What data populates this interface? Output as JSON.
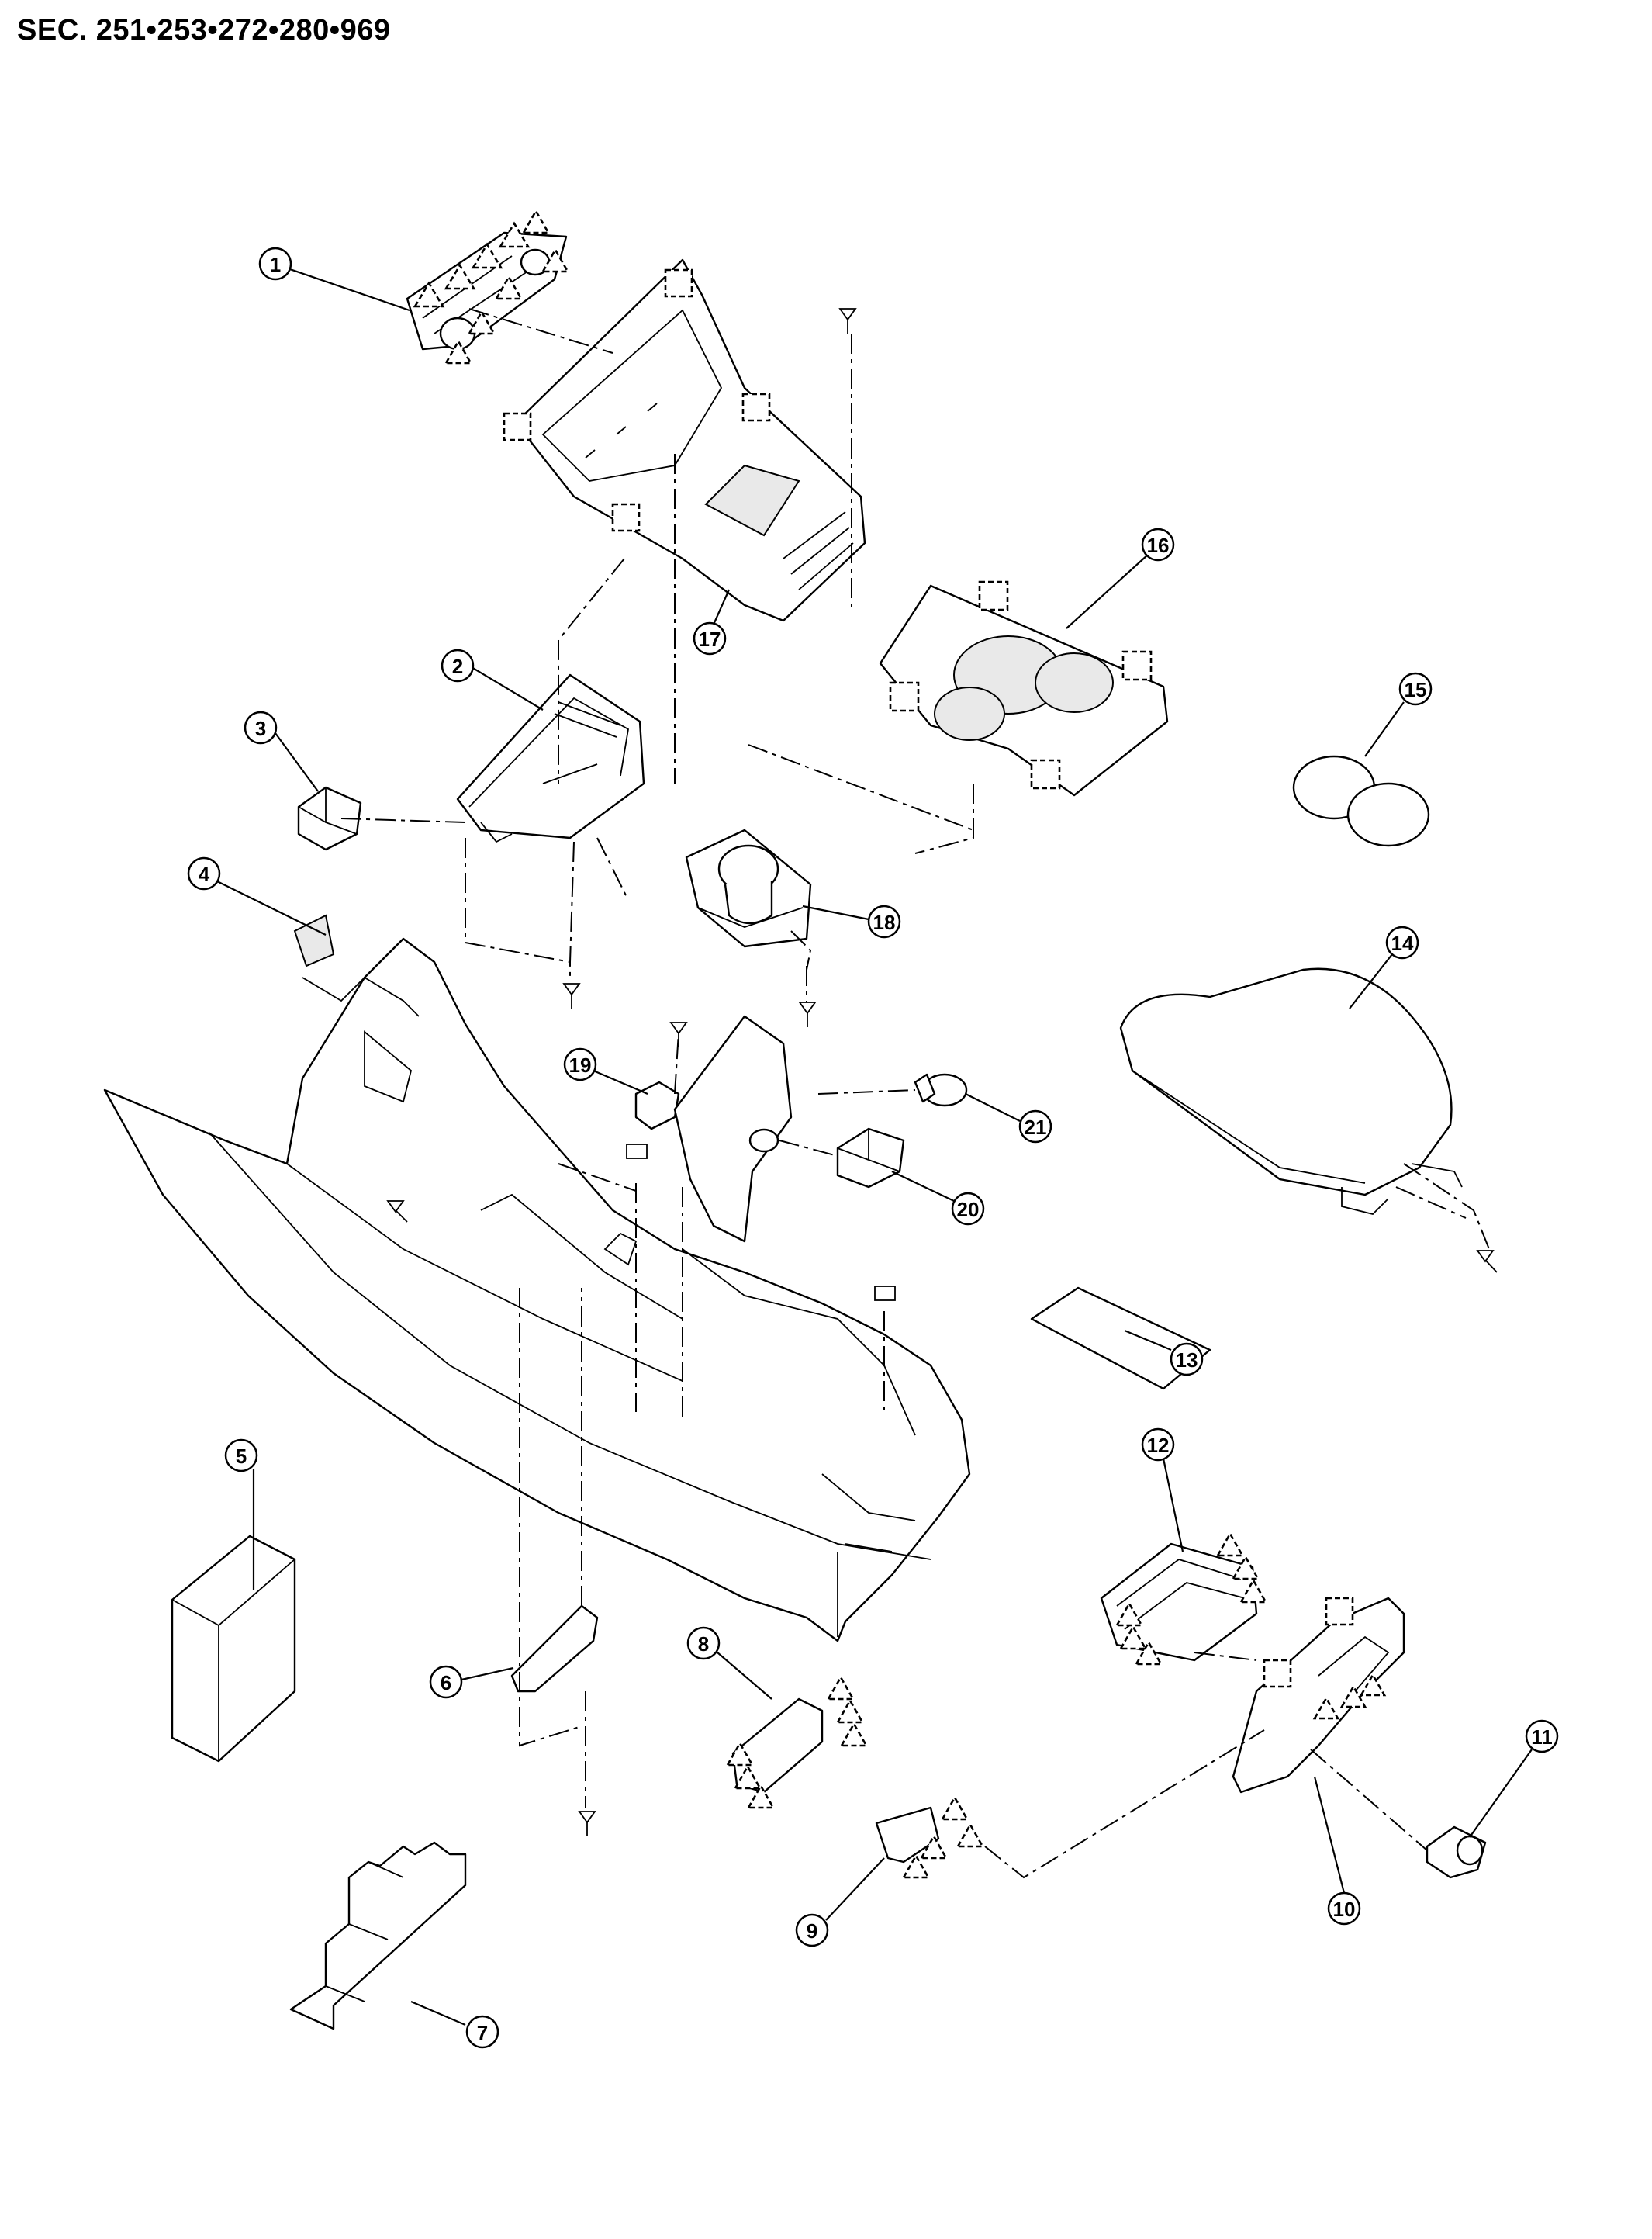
{
  "header": {
    "section_code": "SEC. 251•253•272•280•969"
  },
  "callouts": [
    {
      "id": "1",
      "label": "1"
    },
    {
      "id": "2",
      "label": "2"
    },
    {
      "id": "3",
      "label": "3"
    },
    {
      "id": "4",
      "label": "4"
    },
    {
      "id": "5",
      "label": "5"
    },
    {
      "id": "6",
      "label": "6"
    },
    {
      "id": "7",
      "label": "7"
    },
    {
      "id": "8",
      "label": "8"
    },
    {
      "id": "9",
      "label": "9"
    },
    {
      "id": "10",
      "label": "10"
    },
    {
      "id": "11",
      "label": "11"
    },
    {
      "id": "12",
      "label": "12"
    },
    {
      "id": "13",
      "label": "13"
    },
    {
      "id": "14",
      "label": "14"
    },
    {
      "id": "15",
      "label": "15"
    },
    {
      "id": "16",
      "label": "16"
    },
    {
      "id": "17",
      "label": "17"
    },
    {
      "id": "18",
      "label": "18"
    },
    {
      "id": "19",
      "label": "19"
    },
    {
      "id": "20",
      "label": "20"
    },
    {
      "id": "21",
      "label": "21"
    }
  ]
}
